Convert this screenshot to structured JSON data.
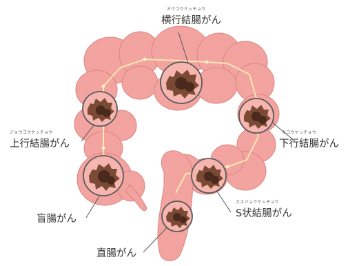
{
  "colors": {
    "intestine": "#f4a6a2",
    "intestine_dark": "#e88e8b",
    "intestine_edge": "#dc8480",
    "centerline": "#f9e6b4",
    "lens_ring": "#5a5a5a",
    "tumor": "#7a4a35",
    "tumor_dark": "#4b2a1e",
    "leader": "#555555",
    "text": "#333333"
  },
  "labels": {
    "transverse": {
      "ruby": "オウコウケッチョウ",
      "name": "横行結腸がん"
    },
    "ascending": {
      "ruby": "ジョウコウケッチョウ",
      "name": "上行結腸がん"
    },
    "descending": {
      "ruby": "カコウケッチョウ",
      "name": "下行結腸がん"
    },
    "cecum": {
      "name": "盲腸がん"
    },
    "sigmoid": {
      "ruby": "エスジョウケッチョウ",
      "name": "S状結腸がん"
    },
    "rectum": {
      "name": "直腸がん"
    }
  }
}
